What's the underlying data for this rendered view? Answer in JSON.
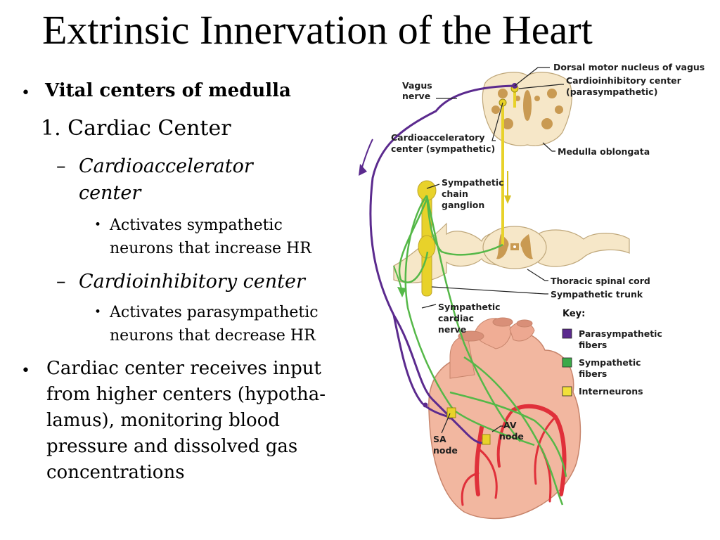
{
  "title": "Extrinsic Innervation of the Heart",
  "bullets": {
    "vital": "Vital centers of medulla",
    "cardiac_center": "1. Cardiac Center",
    "dash": "–",
    "dot": "•",
    "accel_line1": "Cardioaccelerator",
    "accel_line2": "center",
    "accel_desc_line1": "Activates sympathetic",
    "accel_desc_line2": "neurons that increase HR",
    "inhib": "Cardioinhibitory center",
    "inhib_desc_line1": "Activates parasympathetic",
    "inhib_desc_line2": "neurons that decrease HR",
    "input_lines": [
      "Cardiac center receives input",
      "from higher centers (hypotha-",
      "lamus), monitoring blood",
      "pressure and dissolved gas",
      "concentrations"
    ]
  },
  "figure": {
    "labels": {
      "dorsal_motor": "Dorsal motor nucleus of vagus",
      "vagus_1": "Vagus",
      "vagus_2": "nerve",
      "cardioinhib_1": "Cardioinhibitory center",
      "cardioinhib_2": "(parasympathetic)",
      "cardioaccel_1": "Cardioacceleratory",
      "cardioaccel_2": "center (sympathetic)",
      "medulla": "Medulla oblongata",
      "symp_chain_1": "Sympathetic",
      "symp_chain_2": "chain",
      "symp_chain_3": "ganglion",
      "thoracic": "Thoracic spinal cord",
      "symp_trunk": "Sympathetic trunk",
      "symp_cardiac_1": "Sympathetic",
      "symp_cardiac_2": "cardiac",
      "symp_cardiac_3": "nerve",
      "av_1": "AV",
      "av_2": "node",
      "sa_1": "SA",
      "sa_2": "node"
    },
    "key": {
      "title": "Key:",
      "items": [
        {
          "label_1": "Parasympathetic",
          "label_2": "fibers",
          "color": "#5b2a8e"
        },
        {
          "label_1": "Sympathetic",
          "label_2": "fibers",
          "color": "#3aa948"
        },
        {
          "label_1": "Interneurons",
          "label_2": "",
          "color": "#f2e03a"
        }
      ]
    },
    "colors": {
      "parasympathetic": "#5b2a8e",
      "sympathetic": "#55b848",
      "interneuron": "#e8d22a",
      "tissue": "#f6e7c8",
      "grey_matter": "#c99a52",
      "heart": "#f2b7a0",
      "artery": "#e0303a"
    }
  }
}
